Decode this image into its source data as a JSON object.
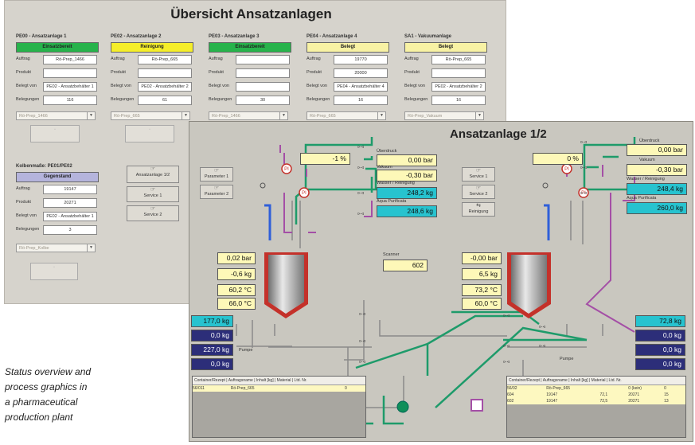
{
  "overview": {
    "title": "Übersicht Ansatzanlagen",
    "units": [
      {
        "title": "PE00 - Ansatzanlage 1",
        "status": "Einsatzbereit",
        "status_color": "#27b34b",
        "auftrag": "Rö-Prep_1466",
        "produkt": "",
        "belegt_von": "PE02 - Ansatzbehälter 1",
        "belegungen": "116",
        "dropdown": "Rö-Prep_1466"
      },
      {
        "title": "PE02 - Ansatzanlage 2",
        "status": "Reinigung",
        "status_color": "#f5ee2a",
        "auftrag": "Rö-Prep_665",
        "produkt": "",
        "belegt_von": "PE02 - Ansatzbehälter 2",
        "belegungen": "61",
        "dropdown": "Rö-Prep_665"
      },
      {
        "title": "PE03 - Ansatzanlage 3",
        "status": "Einsatzbereit",
        "status_color": "#27b34b",
        "auftrag": "",
        "produkt": "",
        "belegt_von": "",
        "belegungen": "30",
        "dropdown": "Rö-Prep_1466"
      },
      {
        "title": "PE04 - Ansatzanlage 4",
        "status": "Belegt",
        "status_color": "#f8f2a4",
        "auftrag": "19770",
        "produkt": "20000",
        "belegt_von": "PE04 - Ansatzbehälter 4",
        "belegungen": "16",
        "dropdown": "Rö-Prep_665"
      },
      {
        "title": "SA1 - Vakuumanlage",
        "status": "Belegt",
        "status_color": "#f8f2a4",
        "auftrag": "Rö-Prep_665",
        "produkt": "",
        "belegt_von": "PE02 - Ansatzbehälter 2",
        "belegungen": "16",
        "dropdown": "Rö-Prep_Vakuum"
      }
    ],
    "field_labels": {
      "auftrag": "Auftrag",
      "produkt": "Produkt",
      "belegt_von": "Belegt von",
      "belegungen": "Belegungen"
    },
    "kolben": {
      "title": "Kolbenmaße: PE01/PE02",
      "status": "Gegenstand",
      "status_color": "#b5b4dc",
      "auftrag": "19147",
      "produkt": "20271",
      "belegt_von": "PE02 - Ansatzbehälter 1",
      "belegungen": "3",
      "dropdown": "Rö-Prep_Kolbe"
    },
    "buttons": {
      "ansatzanlage": "Ansatzanlage 1/2",
      "service1": "Service 1",
      "service2": "Service 2"
    }
  },
  "process": {
    "title": "Ansatzanlage 1/2",
    "buttons": {
      "param1": "Parameter 1",
      "param2": "Parameter 2",
      "service1": "Service 1",
      "service2": "Service 2",
      "reinigung": "Reinigung"
    },
    "left": {
      "percent": "-1 %",
      "overpressure_label": "Überdruck",
      "overpressure": "0,00 bar",
      "vacuum_label": "Vakuum",
      "vacuum": "-0,30 bar",
      "wasser_label": "Wasser / Reinigung",
      "wasser": "248,2 kg",
      "aqua_label": "Aqua Purificata",
      "aqua": "248,6 kg",
      "pressure": "0,02 bar",
      "mass": "-0,6 kg",
      "temp1": "60,2 °C",
      "temp2": "66,0 °C",
      "cyan_bottom": "177,0 kg",
      "navy1": "0,0 kg",
      "cyan_bottom2": "227,0 kg",
      "navy2": "0,0 kg",
      "pumpe_label": "Pumpe"
    },
    "right": {
      "percent": "0 %",
      "overpressure_label": "Überdruck",
      "overpressure": "0,00 bar",
      "vacuum_label": "Vakuum",
      "vacuum": "-0,30 bar",
      "wasser_label": "Wasser / Reinigung",
      "wasser": "248,4 kg",
      "aqua_label": "Aqua Purificata",
      "aqua": "260,0 kg",
      "pressure": "-0,00 bar",
      "mass": "6,5 kg",
      "temp1": "73,2 °C",
      "temp2": "60,0 °C",
      "cyan_bottom": "72,8 kg",
      "navy1": "0,0 kg",
      "navy2": "0,0 kg",
      "navy3": "0,0 kg",
      "pumpe_label": "Pumpe"
    },
    "scanner_label": "Scanner",
    "scanner": "602",
    "left_table": {
      "header": "Container/Rezept  |  Auftragsname  |  Inhalt [kg]  |  Material  |  Ltd. Nr.",
      "rows": [
        [
          "56/011",
          "Rö-Prep_665",
          "",
          "",
          "0"
        ]
      ]
    },
    "right_table": {
      "header": "Container/Rezept  |  Auftragsname  |  Inhalt [kg]  |  Material  |  Ltd. Nr.",
      "rows": [
        [
          "56/02",
          "Rö-Prep_665",
          "",
          "0 (kein)",
          "0"
        ],
        [
          "604",
          "19147",
          "72,1",
          "20271",
          "15"
        ],
        [
          "602",
          "19147",
          "72,5",
          "20271",
          "13"
        ]
      ]
    }
  },
  "caption": {
    "line1": "Status overview and",
    "line2": "process graphics in",
    "line3": "a pharmaceutical",
    "line4": "production plant"
  },
  "colors": {
    "green_pipe": "#1e9b6a",
    "purple_pipe": "#a44fa6",
    "blue_pipe": "#2f5fd9",
    "vessel_red": "#c4312a"
  }
}
